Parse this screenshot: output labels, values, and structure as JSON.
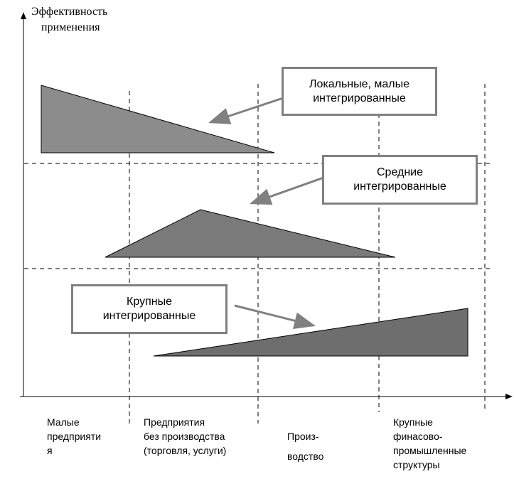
{
  "axis": {
    "y_label_line1": "Эффективность",
    "y_label_line2": "применения"
  },
  "boxes": {
    "local": {
      "line1": "Локальные, малые",
      "line2": "интегрированные"
    },
    "medium": {
      "line1": "Средние",
      "line2": "интегрированные"
    },
    "large": {
      "line1": "Крупные",
      "line2": "интегрированные"
    }
  },
  "x_categories": {
    "small": {
      "line1": "Малые",
      "line2": "предприяти",
      "line3": "я"
    },
    "non_production": {
      "line1": "Предприятия",
      "line2": "без производства",
      "line3": "(торговля, услуги)"
    },
    "production": {
      "line1": "Произ-",
      "line2": "водство"
    },
    "large_structures": {
      "line1": "Крупные",
      "line2": "финасово-",
      "line3": "промышленные",
      "line4": "структуры"
    }
  },
  "colors": {
    "triangle_light": "#8c8c8c",
    "triangle_medium": "#7a7a7a",
    "triangle_dark": "#6e6e6e",
    "box_border": "#808080",
    "arrow": "#808080"
  }
}
